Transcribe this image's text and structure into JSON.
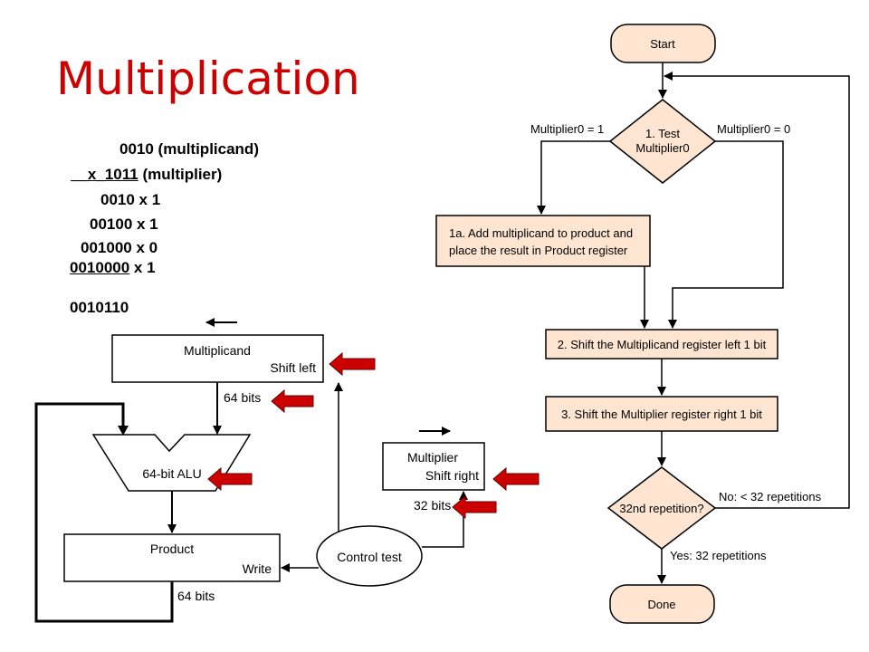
{
  "slide": {
    "title": "Multiplication",
    "colors": {
      "title": "#cc0000",
      "box_fill": "#fde5d2",
      "arrow_red": "#cc0000"
    }
  },
  "calculation": {
    "line1": "0010 (multiplicand)",
    "line2_prefix": "__",
    "line2_mult": "x_1011",
    "line2_suffix": " (multiplier)",
    "line3": "0010 x 1",
    "line4": "00100 x 1",
    "line5": "001000 x 0",
    "line6_under": "0010000",
    "line6_rest": " x 1",
    "result": "0010110"
  },
  "hardware": {
    "multiplicand_label": "Multiplicand",
    "multiplicand_op": "Shift left",
    "bits_top": "64 bits",
    "alu_label": "64-bit ALU",
    "product_label": "Product",
    "product_op": "Write",
    "bits_bottom": "64 bits",
    "multiplier_label": "Multiplier",
    "multiplier_op": "Shift right",
    "bits_multiplier": "32 bits",
    "control_label": "Control test"
  },
  "flowchart": {
    "start": "Start",
    "test_line1": "1. Test",
    "test_line2": "Multiplier0",
    "branch_left": "Multiplier0 = 1",
    "branch_right": "Multiplier0 = 0",
    "step1a_line1": "1a. Add multiplicand to product and",
    "step1a_line2": "place the result in Product register",
    "step2": "2. Shift the Multiplicand register left 1 bit",
    "step3": "3. Shift the Multiplier register right 1 bit",
    "repeat_q": "32nd repetition?",
    "no_label": "No:  < 32 repetitions",
    "yes_label": "Yes:  32 repetitions",
    "done": "Done"
  }
}
